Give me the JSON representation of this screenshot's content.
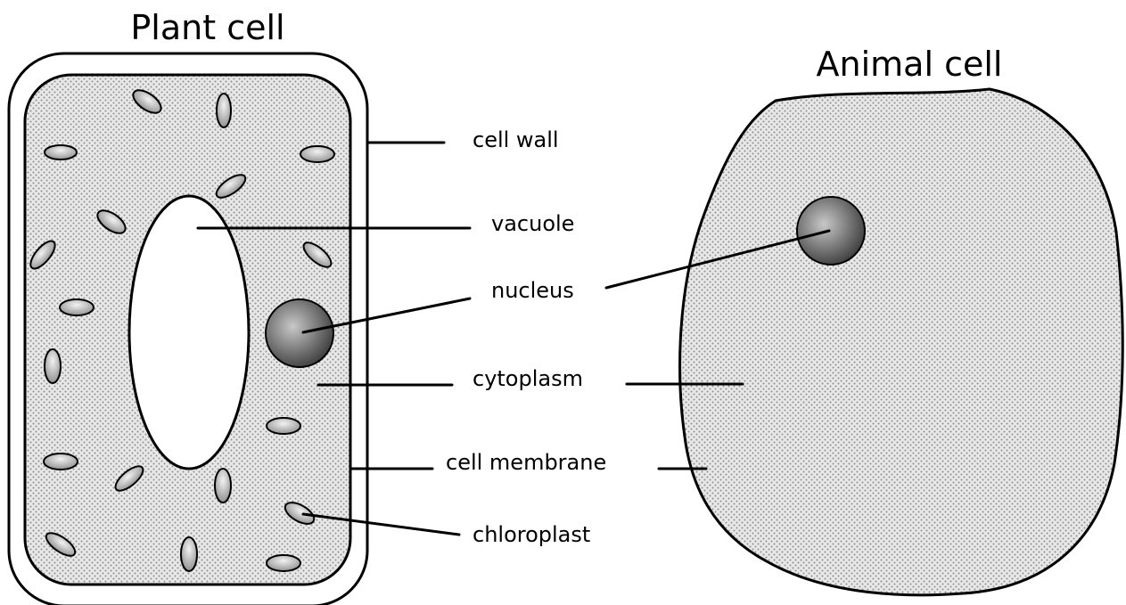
{
  "plant_cell": {
    "title": "Plant cell"
  },
  "animal_cell": {
    "title": "Animal cell"
  },
  "labels": {
    "cell_wall": "cell wall",
    "vacuole": "vacuole",
    "nucleus": "nucleus",
    "cytoplasm": "cytoplasm",
    "cell_membrane": "cell membrane",
    "chloroplast": "chloroplast"
  },
  "colors": {
    "cytoplasm_dots": "#9a9a9a",
    "cytoplasm_bg": "#e6e6e6",
    "nucleus_light": "#c8c8c8",
    "nucleus_dark": "#3c3c3c",
    "chloroplast_light": "#f0f0f0",
    "chloroplast_dark": "#8a8a8a"
  }
}
